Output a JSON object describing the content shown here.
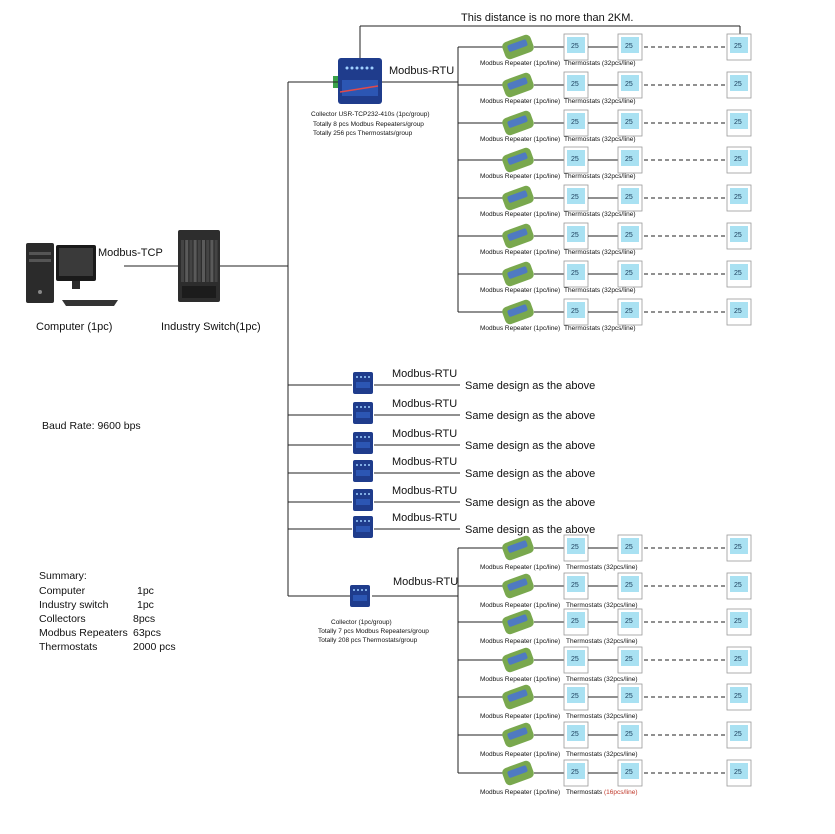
{
  "top_note": "This distance is no more than 2KM.",
  "computer": {
    "protocol": "Modbus-TCP",
    "label": "Computer (1pc)"
  },
  "switch": {
    "label": "Industry Switch(1pc)"
  },
  "baud_rate": "Baud Rate: 9600 bps",
  "group1": {
    "protocol": "Modbus-RTU",
    "collector_lines": [
      "Collector USR-TCP232-410s (1pc/group)",
      "Totally 8 pcs Modbus Repeaters/group",
      "Totally 256 pcs Thermostats/group"
    ],
    "repeater_label": "Modbus Repeater (1pc/line)",
    "thermostat_label": "Thermostats (32pcs/line)"
  },
  "middle": {
    "protocol": "Modbus-RTU",
    "note": "Same design as the above",
    "count": 6
  },
  "group2": {
    "protocol": "Modbus-RTU",
    "collector_lines": [
      "Collector (1pc/group)",
      "Totally 7 pcs Modbus Repeaters/group",
      "Totally 208 pcs Thermostats/group"
    ],
    "repeater_label": "Modbus Repeater (1pc/line)",
    "thermostat_label": "Thermostats (32pcs/line)",
    "last_thermostat_prefix": "Thermostats ",
    "last_thermostat_highlight": "(16pcs/line)"
  },
  "summary": {
    "title": "Summary:",
    "rows": [
      {
        "item": "Computer",
        "qty": "1pc"
      },
      {
        "item": "Industry switch",
        "qty": "1pc"
      },
      {
        "item": "Collectors",
        "qty": "8pcs"
      },
      {
        "item": "Modbus Repeaters",
        "qty": "63pcs"
      },
      {
        "item": "Thermostats",
        "qty": "2000 pcs"
      }
    ]
  },
  "thermostat_display": "25",
  "colors": {
    "line": "#222222",
    "highlight": "#c0392b",
    "collector": "#1f3c8c",
    "repeater": "#79a84e",
    "thermostat": "#a9e1f2"
  }
}
